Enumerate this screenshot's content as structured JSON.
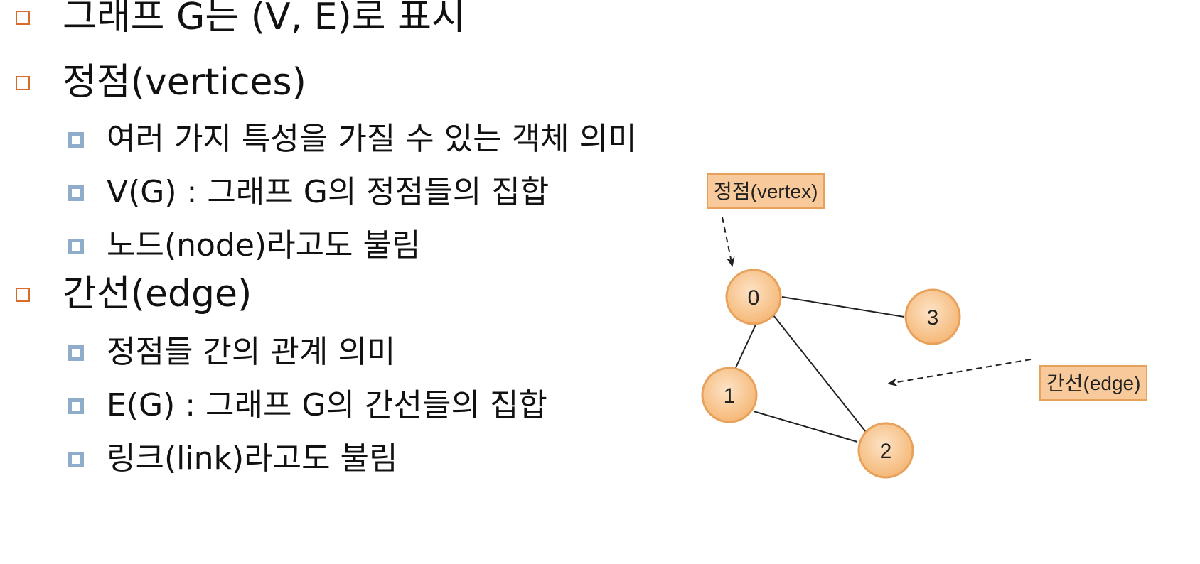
{
  "bullets": {
    "b1": "그래프 G는 (V, E)로 표시",
    "b2": "정점(vertices)",
    "b2_sub": [
      "여러 가지 특성을 가질 수 있는 객체 의미",
      "V(G) : 그래프 G의 정점들의 집합",
      "노드(node)라고도 불림"
    ],
    "b3": "간선(edge)",
    "b3_sub": [
      "정점들 간의 관계 의미",
      "E(G) : 그래프 G의 간선들의 집합",
      "링크(link)라고도 불림"
    ]
  },
  "diagram": {
    "vertex_callout": "정점(vertex)",
    "edge_callout": "간선(edge)",
    "nodes": [
      "0",
      "1",
      "2",
      "3"
    ],
    "edges": [
      [
        "0",
        "3"
      ],
      [
        "0",
        "1"
      ],
      [
        "0",
        "2"
      ],
      [
        "1",
        "2"
      ]
    ],
    "colors": {
      "node_fill": "#f7c99b",
      "node_stroke": "#e8a15a",
      "callout_fill": "#f7c99b",
      "l1_marker": "#d96a2a",
      "l2_marker": "#8faccb"
    }
  }
}
